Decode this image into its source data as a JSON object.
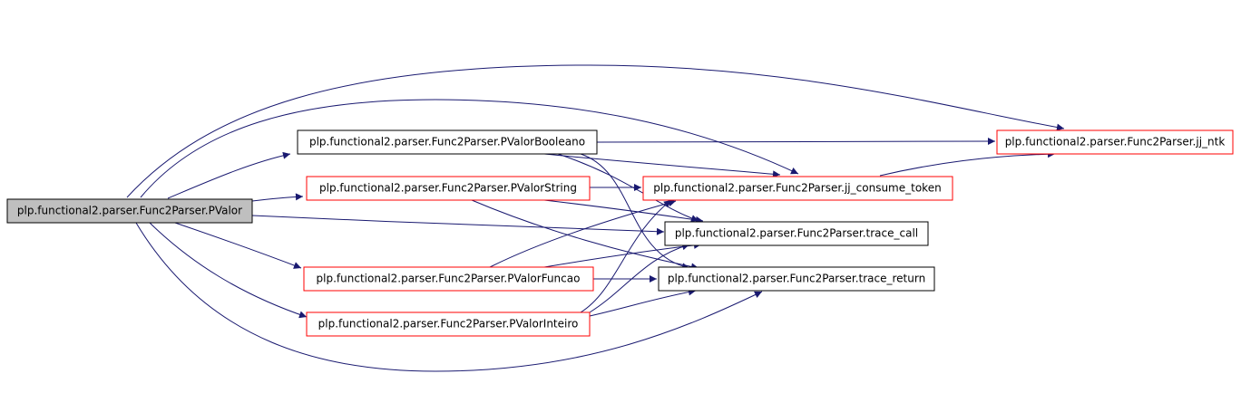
{
  "colors": {
    "edge": "#191970",
    "root_fill": "#bfbfbf",
    "root_border": "#000000",
    "node_fill": "#ffffff",
    "border_red": "#ff0000",
    "border_black": "#000000"
  },
  "nodes": {
    "pvalor": {
      "label": "plp.functional2.parser.Func2Parser.PValor",
      "style": "root"
    },
    "pvalor_booleano": {
      "label": "plp.functional2.parser.Func2Parser.PValorBooleano",
      "style": "black"
    },
    "pvalor_string": {
      "label": "plp.functional2.parser.Func2Parser.PValorString",
      "style": "red"
    },
    "pvalor_funcao": {
      "label": "plp.functional2.parser.Func2Parser.PValorFuncao",
      "style": "red"
    },
    "pvalor_inteiro": {
      "label": "plp.functional2.parser.Func2Parser.PValorInteiro",
      "style": "red"
    },
    "jj_consume_token": {
      "label": "plp.functional2.parser.Func2Parser.jj_consume_token",
      "style": "red"
    },
    "trace_call": {
      "label": "plp.functional2.parser.Func2Parser.trace_call",
      "style": "black"
    },
    "trace_return": {
      "label": "plp.functional2.parser.Func2Parser.trace_return",
      "style": "black"
    },
    "jj_ntk": {
      "label": "plp.functional2.parser.Func2Parser.jj_ntk",
      "style": "red"
    }
  },
  "edges": [
    [
      "pvalor",
      "pvalor_booleano"
    ],
    [
      "pvalor",
      "pvalor_string"
    ],
    [
      "pvalor",
      "pvalor_funcao"
    ],
    [
      "pvalor",
      "pvalor_inteiro"
    ],
    [
      "pvalor",
      "jj_ntk"
    ],
    [
      "pvalor",
      "jj_consume_token"
    ],
    [
      "pvalor",
      "trace_call"
    ],
    [
      "pvalor",
      "trace_return"
    ],
    [
      "pvalor_booleano",
      "jj_ntk"
    ],
    [
      "pvalor_booleano",
      "jj_consume_token"
    ],
    [
      "pvalor_booleano",
      "trace_call"
    ],
    [
      "pvalor_booleano",
      "trace_return"
    ],
    [
      "pvalor_string",
      "jj_consume_token"
    ],
    [
      "pvalor_string",
      "trace_call"
    ],
    [
      "pvalor_string",
      "trace_return"
    ],
    [
      "pvalor_funcao",
      "jj_consume_token"
    ],
    [
      "pvalor_funcao",
      "trace_call"
    ],
    [
      "pvalor_funcao",
      "trace_return"
    ],
    [
      "pvalor_inteiro",
      "jj_consume_token"
    ],
    [
      "pvalor_inteiro",
      "trace_call"
    ],
    [
      "pvalor_inteiro",
      "trace_return"
    ],
    [
      "jj_consume_token",
      "jj_ntk"
    ]
  ]
}
